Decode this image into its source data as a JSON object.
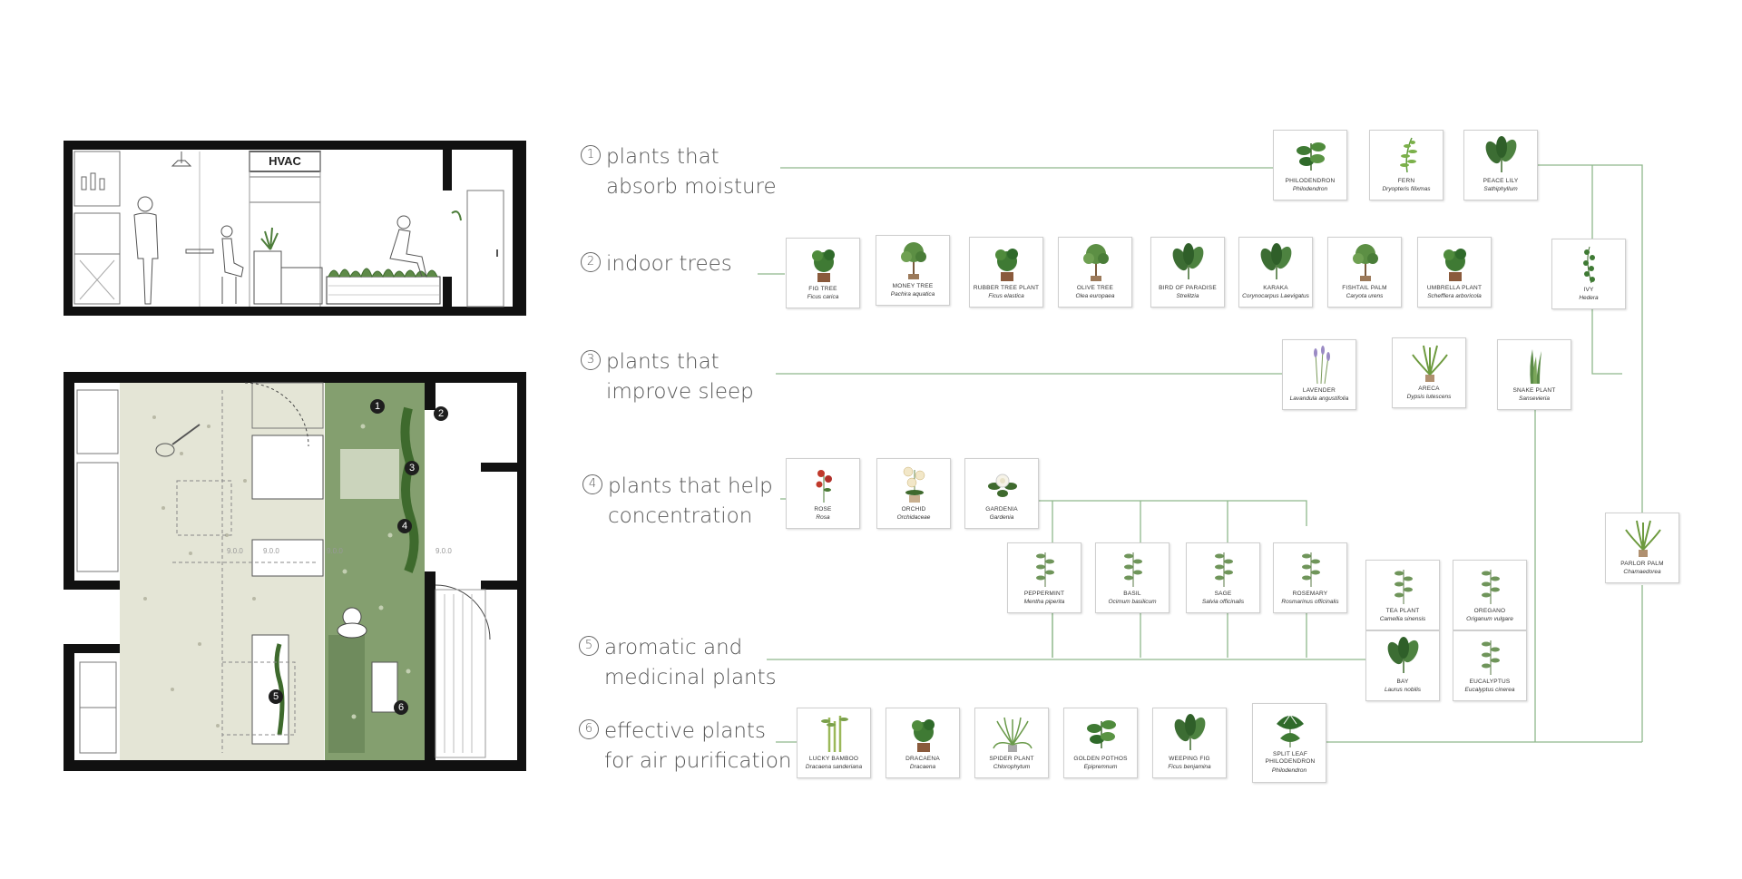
{
  "plan": {
    "hvac_label": "HVAC",
    "badges": [
      "1",
      "2",
      "3",
      "4",
      "5",
      "6"
    ],
    "room_labels": [
      "9.0.0",
      "9.0.0",
      "9.0.0",
      "9.0.0"
    ]
  },
  "categories": [
    {
      "num": "1",
      "label": "plants that\nabsorb moisture"
    },
    {
      "num": "2",
      "label": "indoor trees"
    },
    {
      "num": "3",
      "label": "plants that\nimprove sleep"
    },
    {
      "num": "4",
      "label": "plants that help\nconcentration"
    },
    {
      "num": "5",
      "label": "aromatic and\nmedicinal plants"
    },
    {
      "num": "6",
      "label": "effective plants\nfor air purification"
    }
  ],
  "plants": [
    {
      "name": "PHILODENDRON",
      "latin": "Philodendron",
      "type": "leafy"
    },
    {
      "name": "FERN",
      "latin": "Dryopteris filixmas",
      "type": "fern"
    },
    {
      "name": "PEACE LILY",
      "latin": "Sathiphyllum",
      "type": "broad"
    },
    {
      "name": "FIG TREE",
      "latin": "Ficus carica",
      "type": "pot"
    },
    {
      "name": "MONEY TREE",
      "latin": "Pachira aquatica",
      "type": "tree"
    },
    {
      "name": "RUBBER TREE PLANT",
      "latin": "Ficus elastica",
      "type": "pot"
    },
    {
      "name": "OLIVE TREE",
      "latin": "Olea europaea",
      "type": "tree"
    },
    {
      "name": "BIRD OF PARADISE",
      "latin": "Strelitzia",
      "type": "broad"
    },
    {
      "name": "KARAKA",
      "latin": "Corynocarpus Laevigatus",
      "type": "broad"
    },
    {
      "name": "FISHTAIL PALM",
      "latin": "Caryota urens",
      "type": "tree"
    },
    {
      "name": "UMBRELLA PLANT",
      "latin": "Schefflera arboricola",
      "type": "pot"
    },
    {
      "name": "IVY",
      "latin": "Hedera",
      "type": "ivy"
    },
    {
      "name": "LAVENDER",
      "latin": "Lavandula angustifolia",
      "type": "lavender"
    },
    {
      "name": "ARECA",
      "latin": "Dypsis lutescens",
      "type": "palm"
    },
    {
      "name": "SNAKE PLANT",
      "latin": "Sansevieria",
      "type": "snake"
    },
    {
      "name": "ROSE",
      "latin": "Rosa",
      "type": "flower"
    },
    {
      "name": "ORCHID",
      "latin": "Orchidaceae",
      "type": "orchid"
    },
    {
      "name": "GARDENIA",
      "latin": "Gardenia",
      "type": "gardenia"
    },
    {
      "name": "PEPPERMINT",
      "latin": "Mentha piperita",
      "type": "herb"
    },
    {
      "name": "BASIL",
      "latin": "Ocimum basilicum",
      "type": "herb"
    },
    {
      "name": "SAGE",
      "latin": "Salvia officinalis",
      "type": "herb"
    },
    {
      "name": "ROSEMARY",
      "latin": "Rosmarinus officinalis",
      "type": "herb"
    },
    {
      "name": "TEA PLANT",
      "latin": "Camellia sinensis",
      "type": "herb"
    },
    {
      "name": "OREGANO",
      "latin": "Origanum vulgare",
      "type": "herb"
    },
    {
      "name": "BAY",
      "latin": "Laurus nobilis",
      "type": "broad"
    },
    {
      "name": "EUCALYPTUS",
      "latin": "Eucalyptus cinerea",
      "type": "herb"
    },
    {
      "name": "PARLOR PALM",
      "latin": "Chamaedorea",
      "type": "palm"
    },
    {
      "name": "LUCKY BAMBOO",
      "latin": "Dracaena sanderiana",
      "type": "bamboo"
    },
    {
      "name": "DRACAENA",
      "latin": "Dracaena",
      "type": "pot"
    },
    {
      "name": "SPIDER PLANT",
      "latin": "Chlorophytum",
      "type": "spider"
    },
    {
      "name": "GOLDEN POTHOS",
      "latin": "Epipremnum",
      "type": "leafy"
    },
    {
      "name": "WEEPING FIG",
      "latin": "Ficus benjamina",
      "type": "broad"
    },
    {
      "name": "SPLIT LEAF PHILODENDRON",
      "latin": "Philodendron",
      "type": "monstera"
    }
  ],
  "colors": {
    "line": "#8fb88c",
    "plan_green": "#7e9a69",
    "plan_beige": "#e4e5d6",
    "wall": "#111111"
  }
}
